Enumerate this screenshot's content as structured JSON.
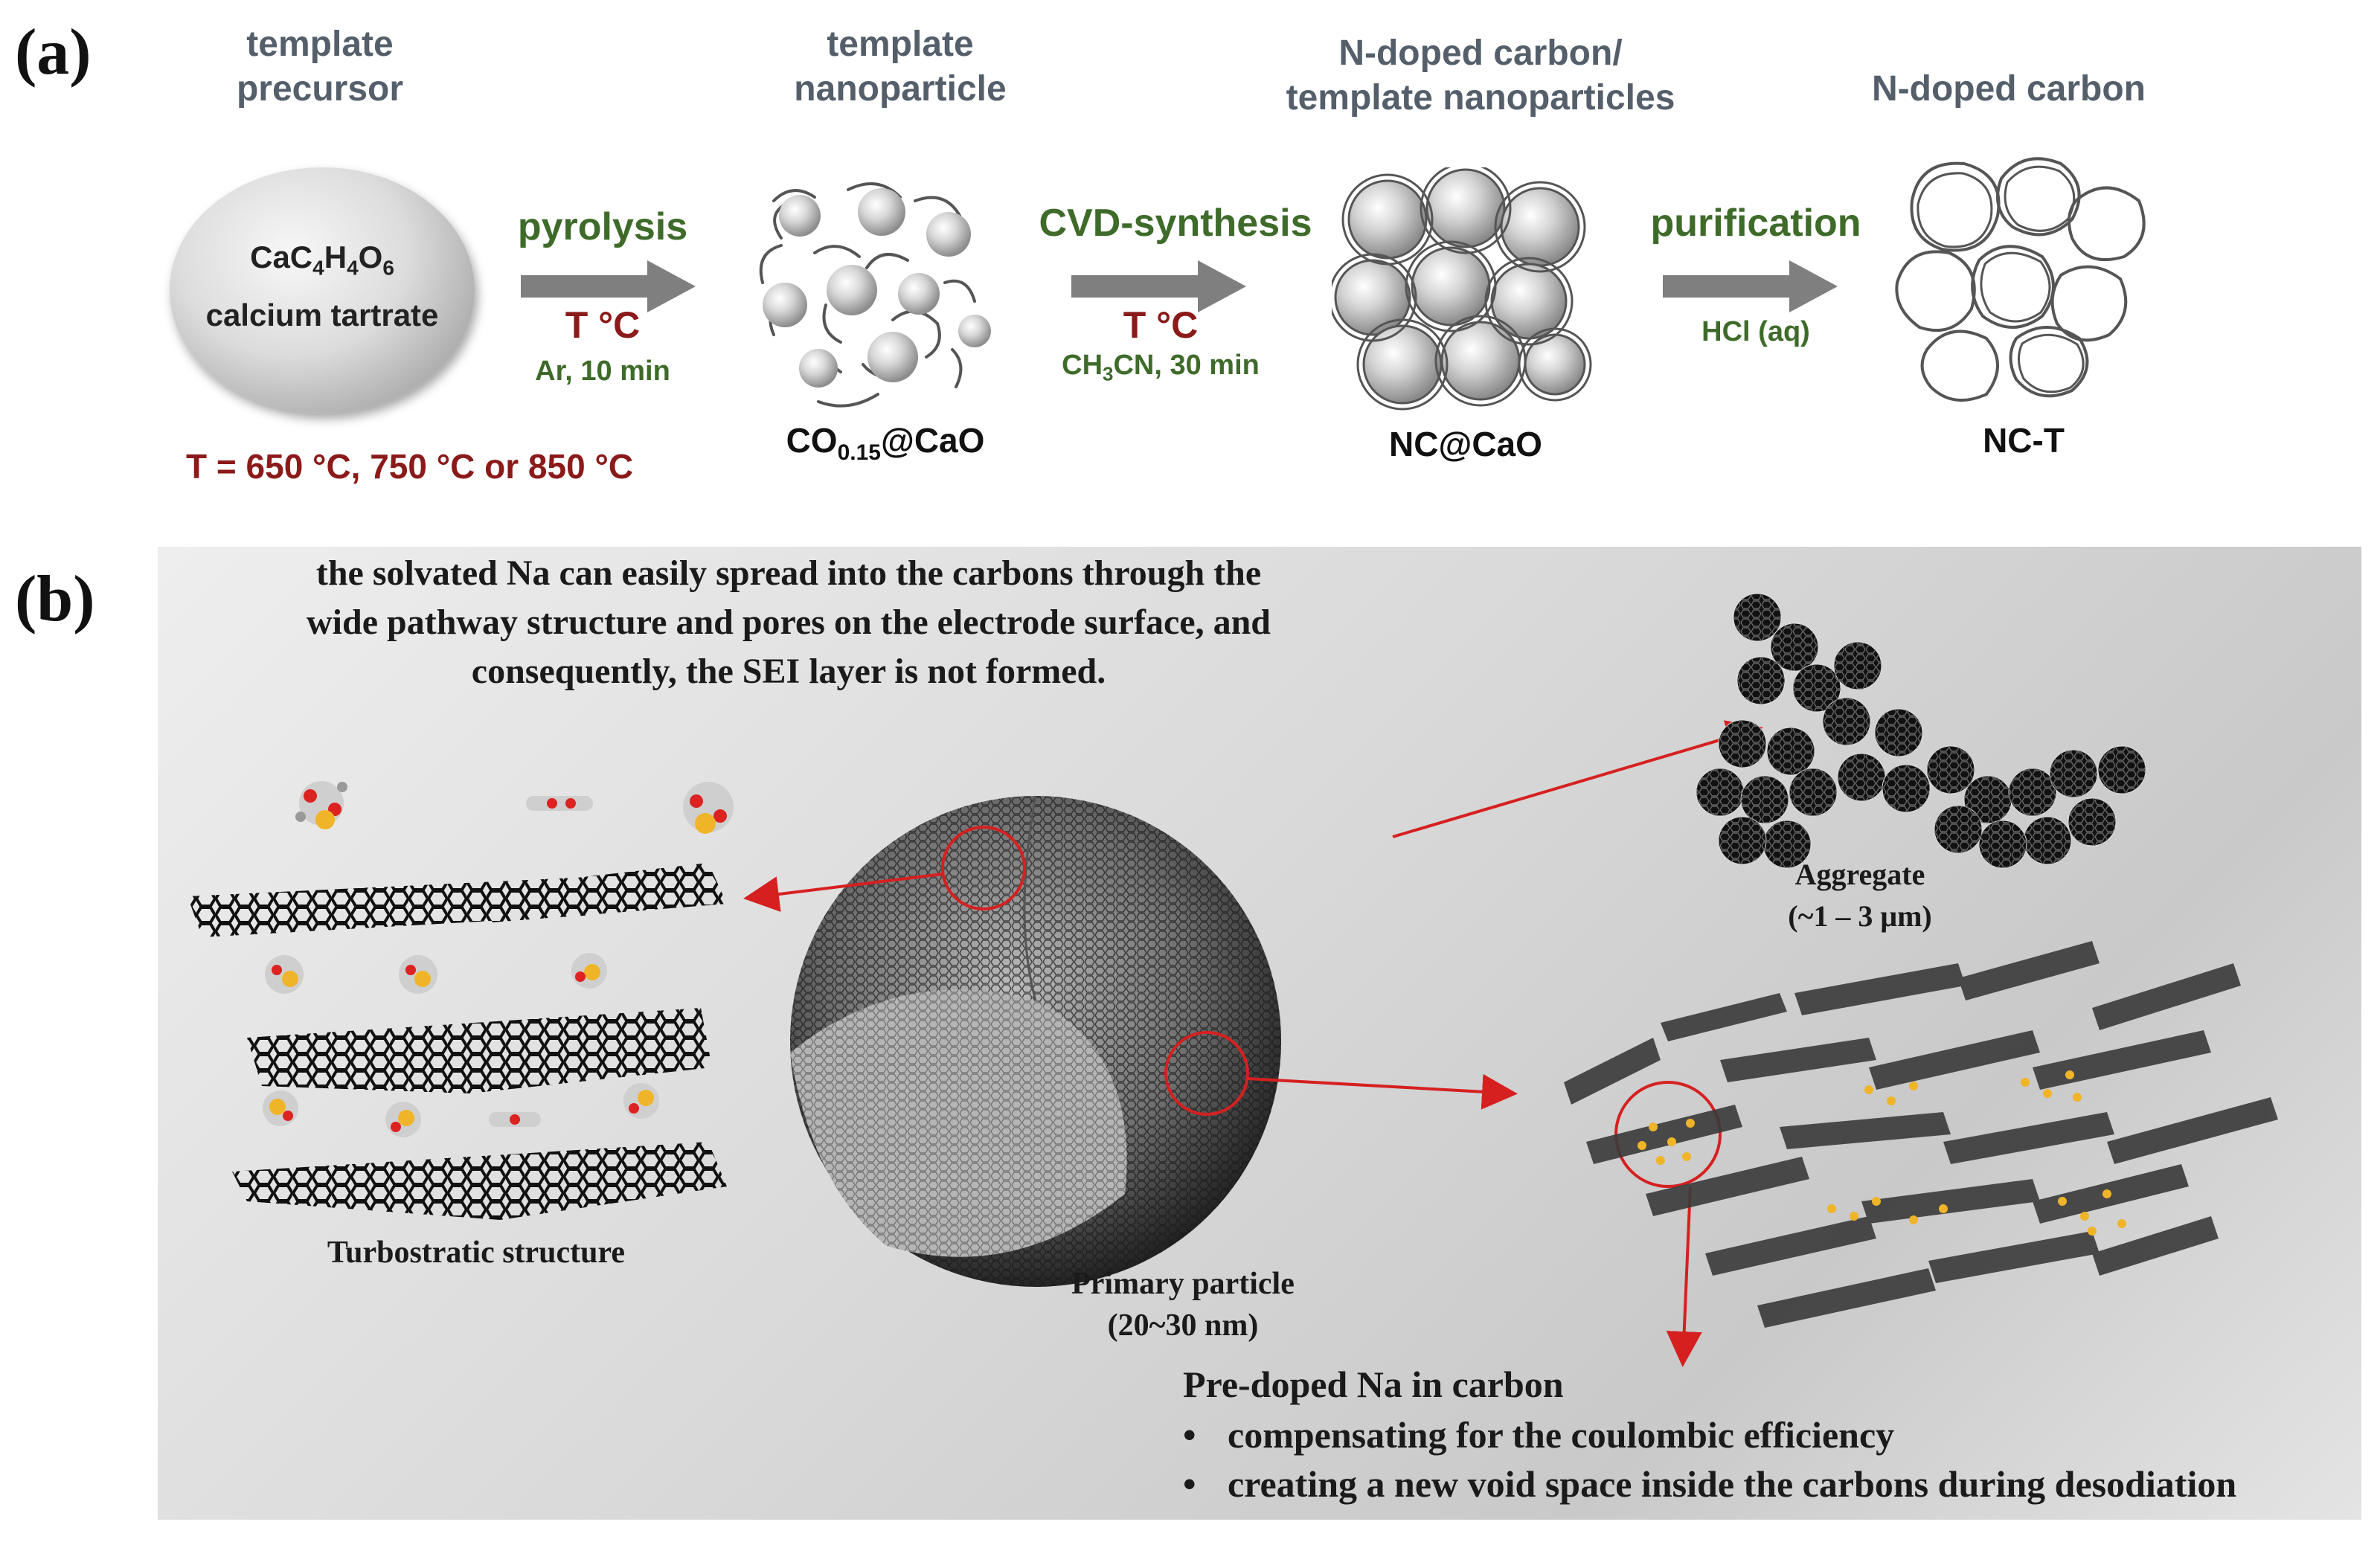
{
  "panel_a": {
    "letter": "(a)",
    "stages": [
      {
        "header_line1": "template",
        "header_line2": "precursor",
        "formula": "CaC4H4O6",
        "name": "calcium tartrate"
      },
      {
        "header_line1": "template",
        "header_line2": "nanoparticle",
        "product": "CO0.15@CaO"
      },
      {
        "header_line1": "N-doped carbon/",
        "header_line2": "template nanoparticles",
        "product": "NC@CaO"
      },
      {
        "header_line1": "N-doped carbon",
        "product": "NC-T"
      }
    ],
    "steps": [
      {
        "label": "pyrolysis",
        "temp": "T °C",
        "cond": "Ar, 10 min"
      },
      {
        "label": "CVD-synthesis",
        "temp": "T °C",
        "cond": "CH3CN, 30 min"
      },
      {
        "label": "purification",
        "cond": "HCl (aq)"
      }
    ],
    "temperature_note": "T = 650 °C, 750 °C or 850 °C"
  },
  "panel_b": {
    "letter": "(b)",
    "top_text": [
      "the solvated Na can easily spread into the carbons through the",
      "wide pathway structure and pores on the electrode surface, and",
      "consequently, the SEI layer is not formed."
    ],
    "turbostratic_label": "Turbostratic structure",
    "primary_label_1": "Primary particle",
    "primary_label_2": "(20~30 nm)",
    "aggregate_label_1": "Aggregate",
    "aggregate_label_2": "(~1 – 3 μm)",
    "predoped_title": "Pre-doped Na in carbon",
    "predoped_bullets": [
      "compensating for the coulombic efficiency",
      "creating a new void space inside the carbons during desodiation"
    ],
    "bullet_char": "•"
  },
  "colors": {
    "arrow_gray": "#7f7f7f",
    "green_text": "#3e6b2a",
    "dark_red_text": "#8b1a1a",
    "highlight_red": "#d62020",
    "na_yellow": "#f0b428"
  }
}
